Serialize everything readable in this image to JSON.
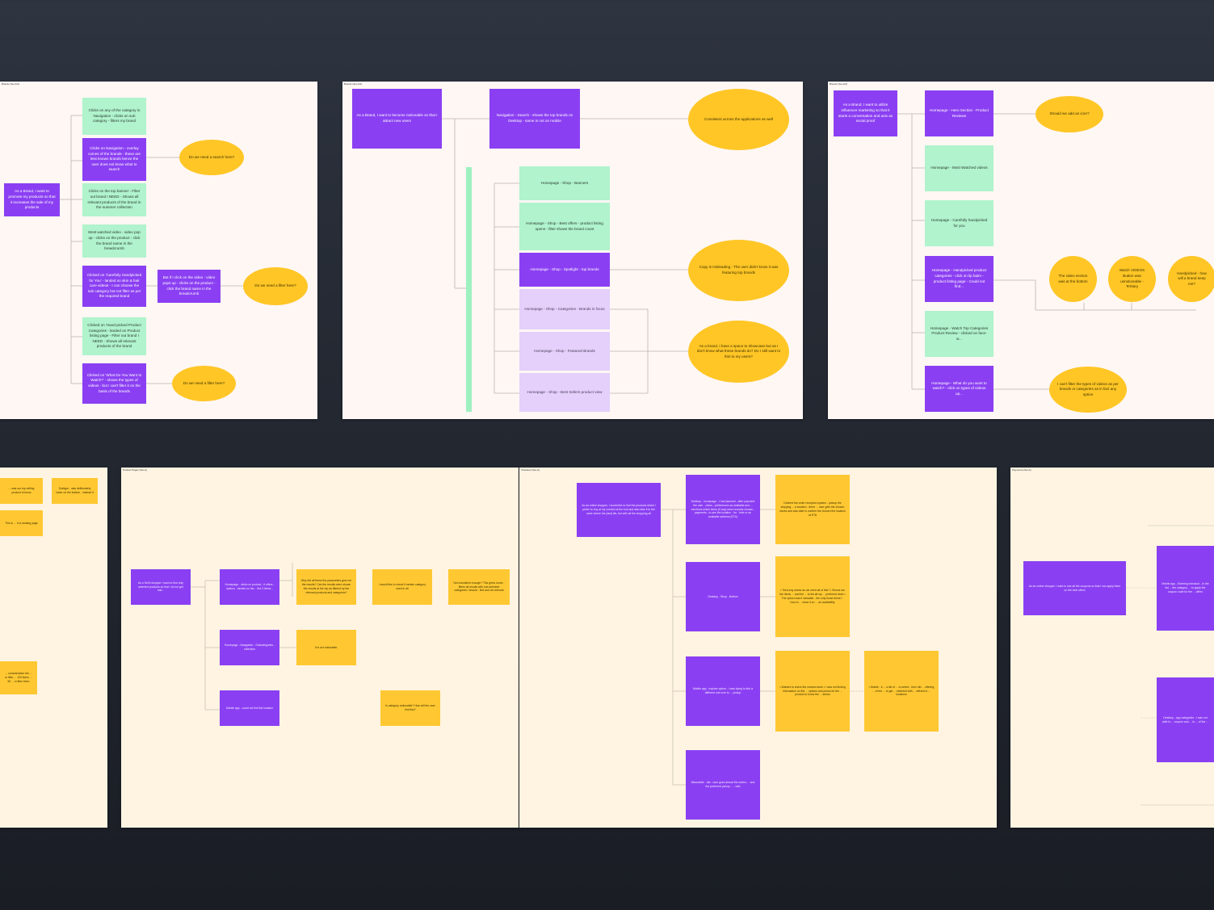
{
  "boards": {
    "b1": {
      "title": "Brands (Set-Ind)",
      "root": "As a Brand, I want to promote my products so that it increases the sale of my products",
      "items": [
        "Clicks on any of the category in Navigation - clicks on sub category - filters my brand",
        "Clicks on Navigation - overlay comes of the brands - these are less known brands hence the user does not know what to search",
        "Clicks on the top banner - Filter out brand I NEED - Shows all relevant products of the brand in the summer collection",
        "Most watched video - video pop up - clicks on the product - click the brand name in the breadcrumb",
        "Clicked on 'Carefully Handpicked for You' - landed on skin & hair care videos - I can choose the sub category but not filter as per the required brand",
        "Clicked on 'Hand-picked Product Categories - landed on Product listing page - Filter out brand I NEED - Shows all relevant products of the brand",
        "Clicked on 'What Do You Want to Watch?' - shows the types of videos - but I can't filter it on the basis of the brands"
      ],
      "mid": "But if I click on the video - video pops up - clicks on the product - click the brand name in the breadcrumb",
      "q1": "Do we need a search here?",
      "q2": "Do we need a filter here?",
      "q3": "Do we need a filter here?"
    },
    "b2": {
      "title": "Brands (Set-Ind)",
      "root": "As a Brand, I want to become noticeable so that I attract new users",
      "nav": "Navigation - Search - shows the top brands on Desktop - same is not on mobile",
      "items": [
        "Homepage - Shop - Banners",
        "Homepage - Shop - Best offers - product listing opens - filter shows the brand count",
        "Homepage - Shop - Spotlight - top brands",
        "Homepage - Shop - Categories - Brands in focus",
        "Homepage - Shop - Featured Brands",
        "Homepage - Shop - Best Sellers product view"
      ],
      "q1": "Consistent across the applications as well",
      "q2": "Copy is misleading - The user didn't know it was featuring top brands",
      "q3": "As a brand, I have a space to showcase but as I don't know what these brands do? Do I still want to this to my users?"
    },
    "b3": {
      "title": "Brands (Set-Ind)",
      "root": "As a Brand, I want to utilize influencer marketing so that it starts a conversation and acts as social proof",
      "items": [
        "Homepage - Hero Section - Product Reviews",
        "Homepage - Most Watched videos",
        "Homepage - Carefully handpicked for you",
        "Homepage - Handpicked product categories - click on lip balm - product listing page - Could not find...",
        "Homepage - Watch Top Categories Product Review - clicked on face-w...",
        "Homepage - What do you want to watch? - click on types of videos up..."
      ],
      "q1": "Should we add an icon?",
      "q2": "The video section was at the bottom",
      "q3": "Watch VIDEOS Button was unnoticeable - Tertiary",
      "q4": "Handpicked - how will a brand keep me?",
      "q5": "I can't filter the types of videos as per brands or categories as in fact any option"
    },
    "b4": {
      "stickies": [
        "... was our top selling product to know",
        "Subtype - was deliberately lower on the bottom - instead it",
        "This is ... in a landing page",
        "... consideration the ... to filter ... 100 items ... 60 ... in filter them"
      ]
    },
    "b5": {
      "title": "Product Pages (Set-A)",
      "root": "As a Delhi shopper I want to find only selected products so that I do not get lost...",
      "p1": "Homepage - clicks on product - it offers - options - landed on the... But 3 items...",
      "p2": "Homepage - Navigation - Subcategories - collection",
      "p3": "Mobile app - could not find the location",
      "y1": "Why did all these the parameters give me the results? Can the results were shown the results at the top as filtered by the relevant products and categories?",
      "y2": "I would like to check if certain category used in all",
      "y3": "Not consistent enough? This gives some - filters all results with sub-selected categories I should - find and be relevant",
      "y4": "It is not noticeable.",
      "y5": "Is category noticeable? How will the user find this?"
    },
    "b6": {
      "title": "Checkout (Set-A)",
      "root": "As an online shopper, I would like to find the products which I prefer to buy at my comfort at the end and also take it to the store where the (last) tile, but with all the shopping all",
      "p1": "Desktop - homepage - I had planned - after payment the user - clicks - preferences as available and ... mentions which items (if any) were recently chosen - payments - to see the location - for - time or an available address (ETA)",
      "p2": "Desktop - Shop - Bottom",
      "p3": "Mobile app - explore option - I was trying to find a different one over to ... pickup",
      "p4": "Meanwhile - tab - user goes ahead the orders ... and the preferred pickup - ... with",
      "y1": "Desired the order reception system - pickup the shipping ... a location - there ... user gets the chosen stores and was able to confirm the chosen the location at ETA",
      "y2": "• Tried any stores do we need all of this? • Shows me the items ... and the ... to list all my ... preferred store • The option was it viewable - the only those items? - how to ... show it on ... an availability",
      "y3": "• Wanted to check the nearest store • I was not finding information on the ... options and prices for the ... product to know the ... stores",
      "y4": "• Mobile - it ... a list of ... to select - then did ... offering ... of the ... to get ... selected with ... offered in ... locations"
    },
    "b7": {
      "title": "Payments (Set-A)",
      "root": "As an online shopper, I want to see all the coupons so that I can apply them on the best offers",
      "p1": "Mobile app - Entering checkout - In the list ... the category ... to apply the coupon code for the ... offers",
      "p2": "Desktop - app categories - I was not able to ... coupon and ... to ... of the ..."
    }
  },
  "colors": {
    "purple": "#8b3ff2",
    "green": "#b0f3cc",
    "lavender": "#e4d0fb",
    "yellow": "#ffc626",
    "board_pink": "#fff7f4",
    "board_cream": "#fff4e2",
    "background": "#262b35"
  }
}
